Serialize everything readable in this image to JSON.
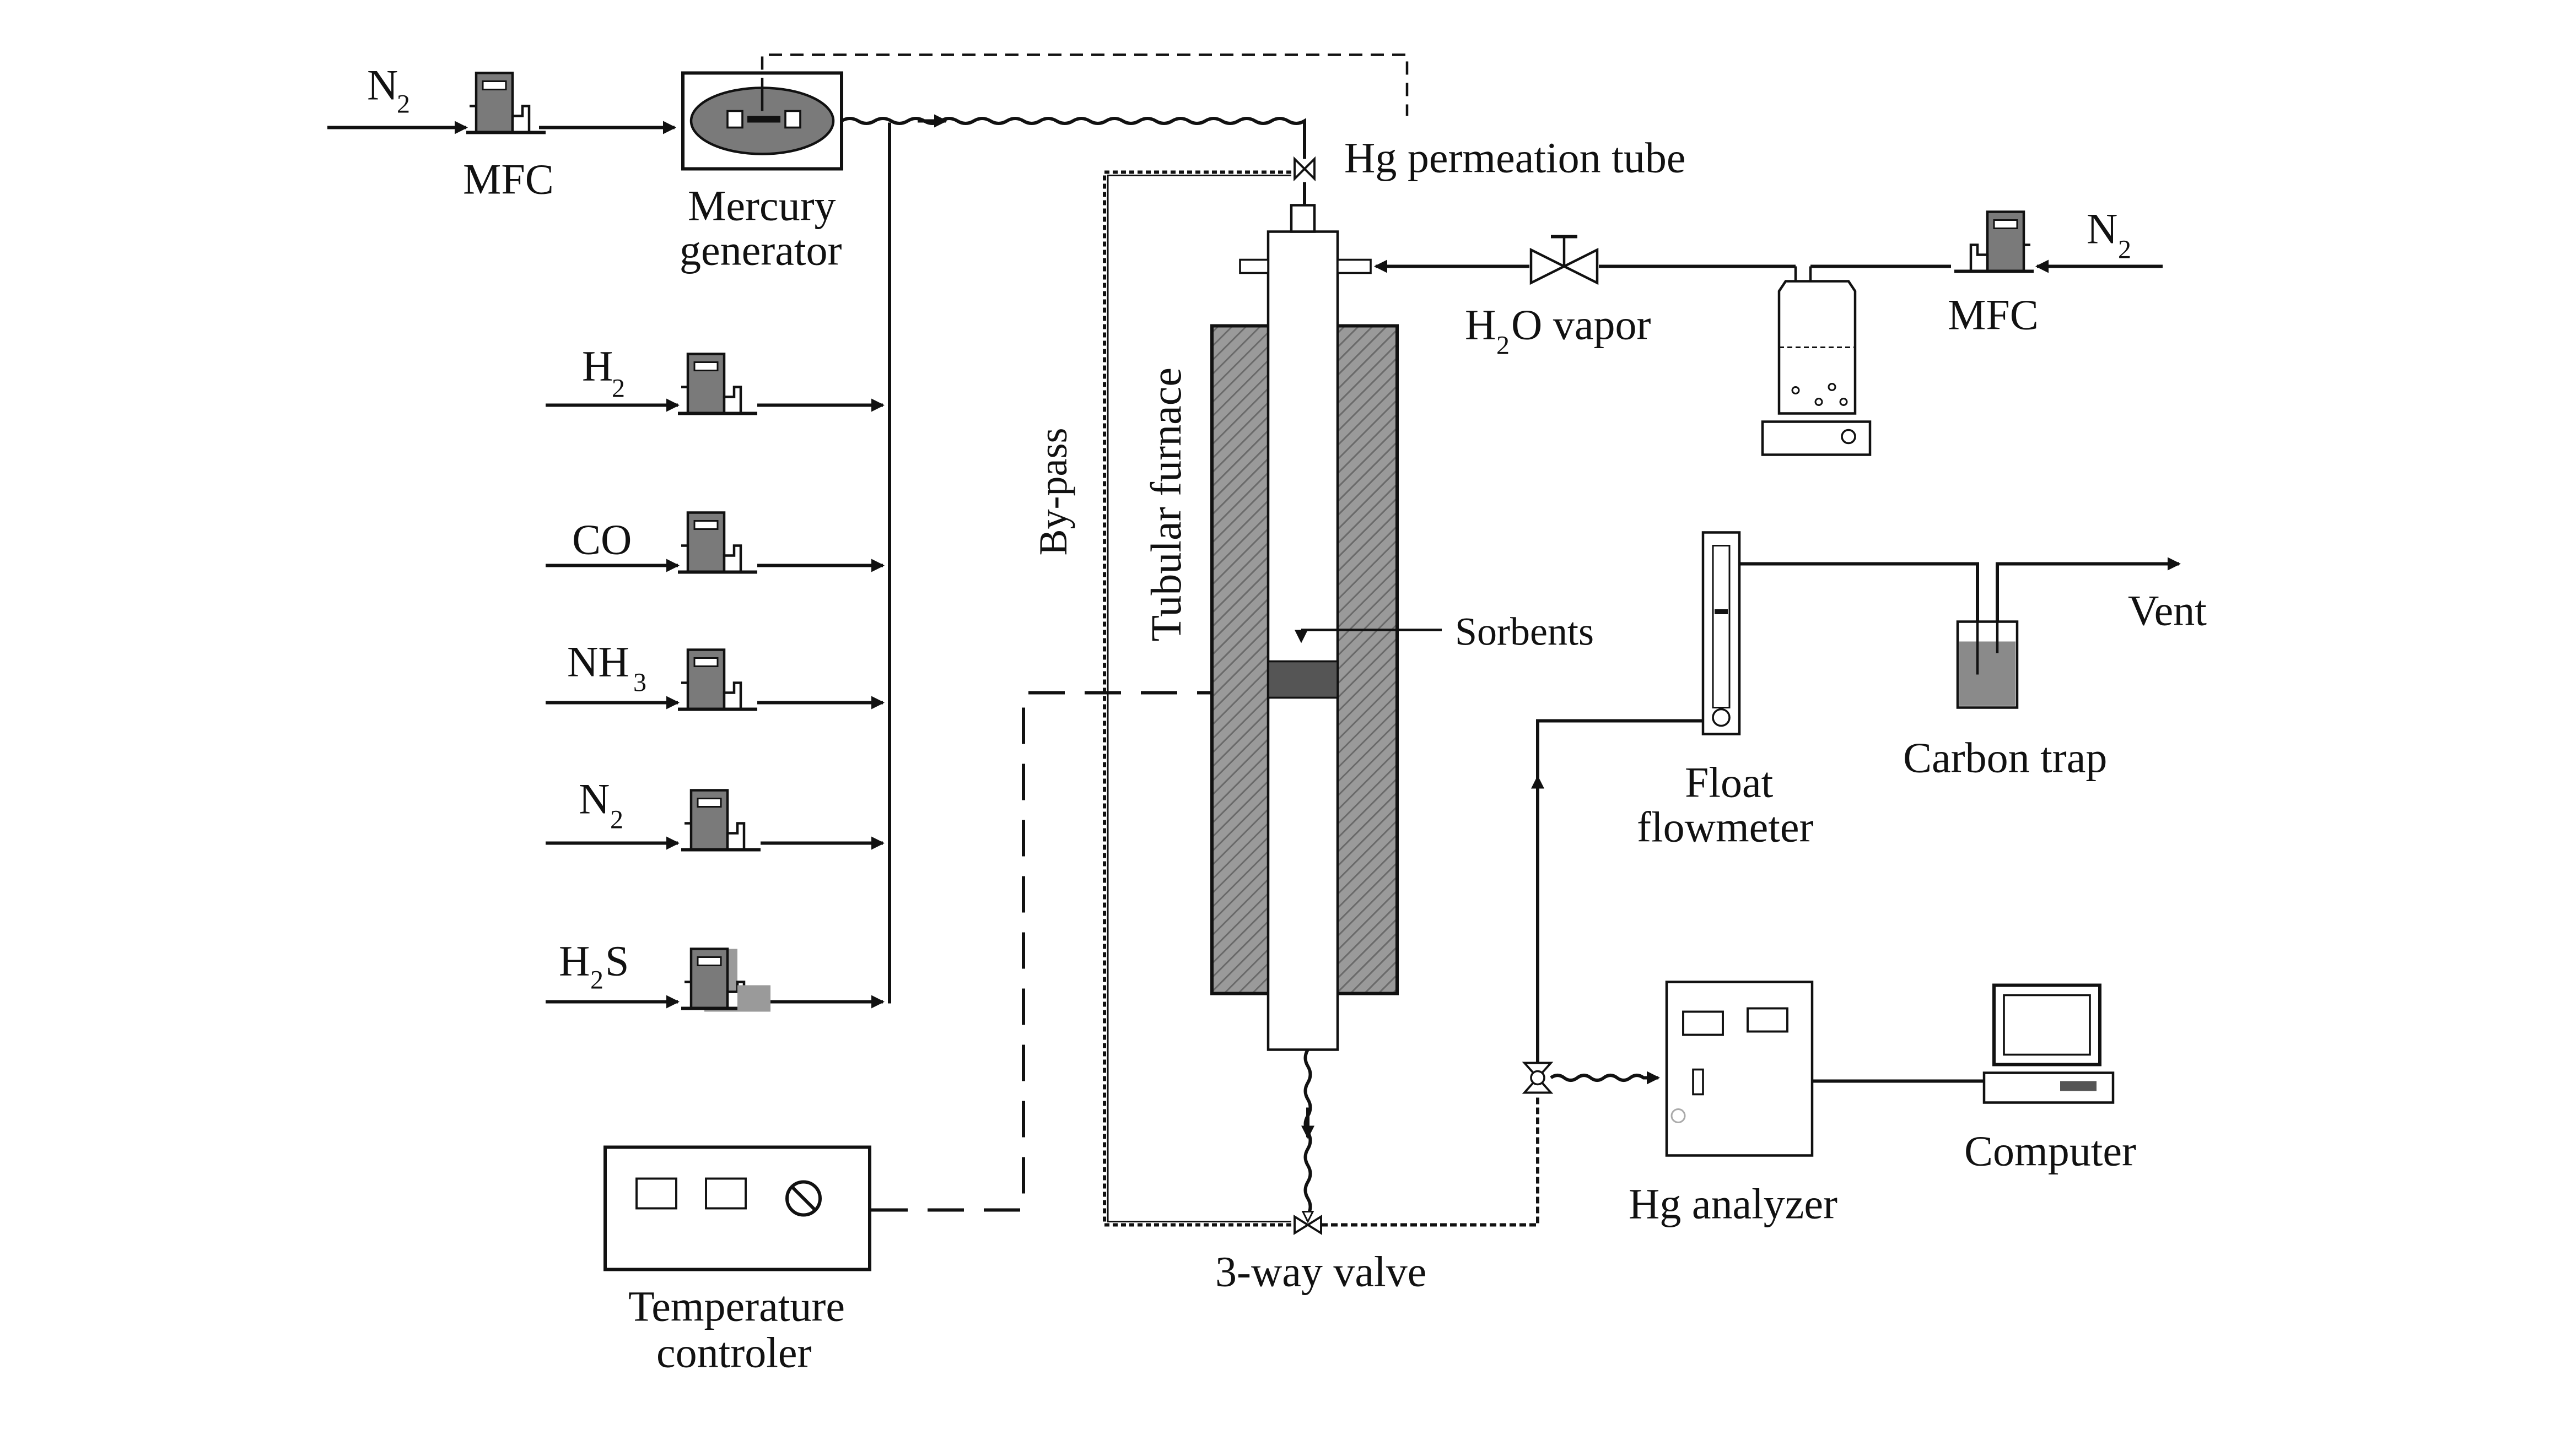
{
  "labels": {
    "n2_top": "N",
    "n2_top_sub": "2",
    "mfc_top": "MFC",
    "mercury_generator_line1": "Mercury",
    "mercury_generator_line2": "generator",
    "hg_permeation_tube": "Hg permeation tube",
    "h2o_vapor_main": "H",
    "h2o_vapor_sub": "2",
    "h2o_vapor_rest": "O vapor",
    "n2_right": "N",
    "n2_right_sub": "2",
    "mfc_right": "MFC",
    "h2": "H",
    "h2_sub": "2",
    "co": "CO",
    "nh3": "NH",
    "nh3_sub": "3",
    "n2_mid": "N",
    "n2_mid_sub": "2",
    "h2s": "H",
    "h2s_sub": "2",
    "h2s_rest": "S",
    "bypass": "By-pass",
    "tubular_furnace": "Tubular furnace",
    "sorbents": "Sorbents",
    "vent": "Vent",
    "carbon_trap": "Carbon trap",
    "float_flowmeter_line1": "Float",
    "float_flowmeter_line2": "flowmeter",
    "hg_analyzer": "Hg analyzer",
    "computer": "Computer",
    "temperature_controller_line1": "Temperature",
    "temperature_controller_line2": "controler",
    "three_way_valve": "3-way valve"
  },
  "colors": {
    "line": "#111111",
    "device_fill": "#7a7a7a",
    "furnace_hatch": "#8a8a8a",
    "sorbent_fill": "#555555"
  },
  "icons": [
    "mfc-icon",
    "mercury-generator-icon",
    "valve-icon",
    "bubbler-icon",
    "float-flowmeter-icon",
    "carbon-trap-icon",
    "hg-analyzer-icon",
    "computer-icon",
    "temperature-controller-icon"
  ]
}
